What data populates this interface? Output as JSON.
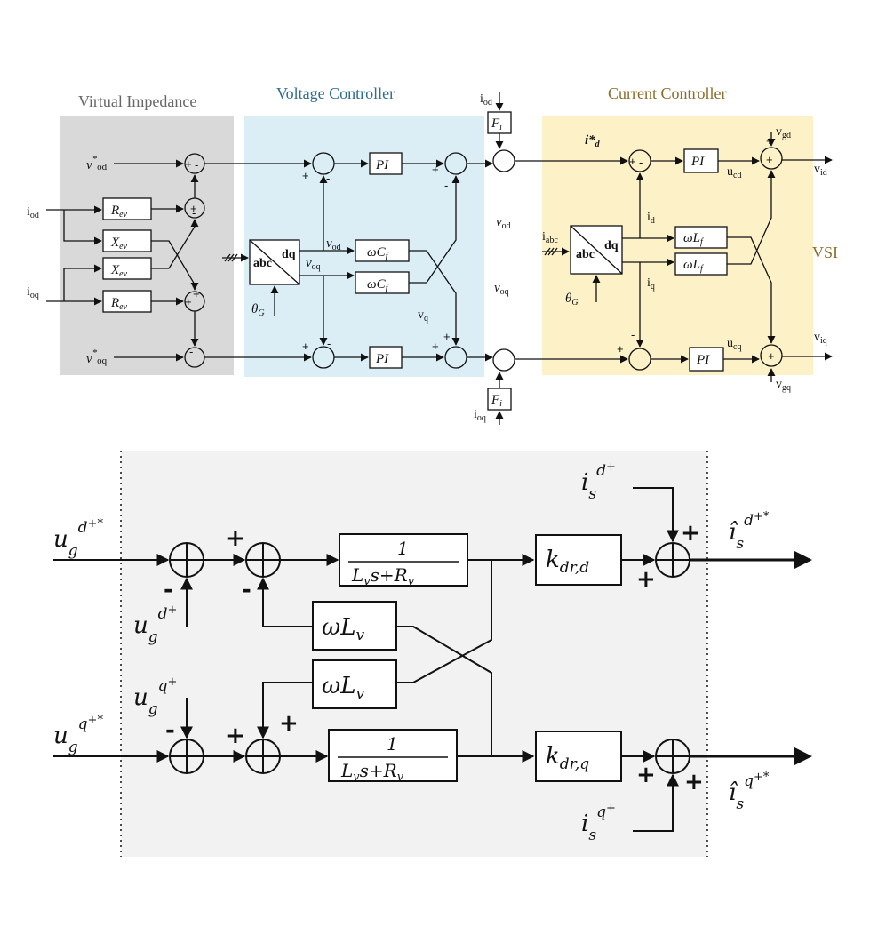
{
  "top": {
    "sections": {
      "virtual_impedance": "Virtual Impedance",
      "voltage_controller": "Voltage Controller",
      "current_controller": "Current Controller",
      "vsi": "VSI"
    },
    "colors": {
      "virtual_impedance_bg": "#d9d9d9",
      "voltage_bg": "#dbeef6",
      "current_bg": "#fdf1c8",
      "voltage_title": "#2e6e8e",
      "current_title": "#8a6d2a",
      "vsi": "#8a6d2a"
    },
    "labels": {
      "v_od_ref": "v",
      "v_od_ref_sub": "od",
      "v_oq_ref": "v",
      "v_oq_ref_sub": "oq",
      "ref_star": "*",
      "i_od": "i",
      "i_od_sub": "od",
      "i_oq": "i",
      "i_oq_sub": "oq",
      "R_ev": "R",
      "R_ev_sub": "ev",
      "X_ev": "X",
      "X_ev_sub": "ev",
      "abc": "abc",
      "dq": "dq",
      "theta_G": "θ",
      "theta_G_sub": "G",
      "v_od": "v",
      "v_od_sub": "od",
      "v_oq": "v",
      "v_oq_sub": "oq",
      "omega_Cf": "ωC",
      "omega_Cf_sub": "f",
      "PI": "PI",
      "F_i": "F",
      "F_i_sub": "i",
      "v_od_right": "v",
      "v_od_right_sub": "od",
      "v_oq_right": "v",
      "v_oq_right_sub": "oq",
      "v_q": "v",
      "v_q_sub": "q",
      "i_d_star": "i*",
      "i_d_star_sub": "d",
      "i_d": "i",
      "i_d_sub": "d",
      "i_q": "i",
      "i_q_sub": "q",
      "i_abc": "i",
      "i_abc_sub": "abc",
      "omega_Lf": "ωL",
      "omega_Lf_sub": "f",
      "u_cd": "u",
      "u_cd_sub": "cd",
      "u_cq": "u",
      "u_cq_sub": "cq",
      "v_gd": "v",
      "v_gd_sub": "gd",
      "v_gq": "v",
      "v_gq_sub": "gq",
      "v_id": "v",
      "v_id_sub": "id",
      "v_iq": "v",
      "v_iq_sub": "iq",
      "plus": "+",
      "minus": "-"
    }
  },
  "bottom": {
    "colors": {
      "bg": "#f2f2f2"
    },
    "labels": {
      "u": "u",
      "g": "g",
      "d_plus": "d",
      "q_plus": "q",
      "plus": "+",
      "star": "*",
      "minus": "-",
      "i": "i",
      "s": "s",
      "i_hat": "î",
      "one": "1",
      "Lv": "L",
      "v": "v",
      "s_plus_R": "s+R",
      "omega_Lv": "ωL",
      "k": "k",
      "dr_d": "dr,d",
      "dr_q": "dr,q"
    }
  }
}
